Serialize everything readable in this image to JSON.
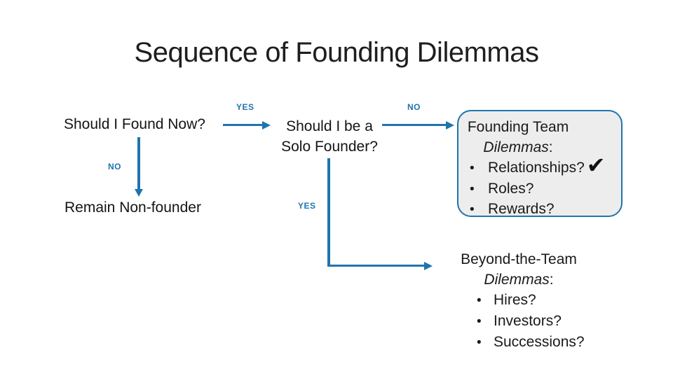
{
  "slide_title": "Sequence of Founding Dilemmas",
  "nodes": {
    "found_now": "Should I Found Now?",
    "solo_line1": "Should I be a",
    "solo_line2": "Solo Founder?",
    "remain_nonfounder": "Remain Non-founder"
  },
  "edges": [
    {
      "from": "Should I Found Now?",
      "to": "Should I be a Solo Founder?",
      "label": "YES"
    },
    {
      "from": "Should I Found Now?",
      "to": "Remain Non-founder",
      "label": "NO"
    },
    {
      "from": "Should I be a Solo Founder?",
      "to": "Founding Team Dilemmas",
      "label": "NO"
    },
    {
      "from": "Should I be a Solo Founder?",
      "to": "Beyond-the-Team Dilemmas",
      "label": "YES"
    }
  ],
  "founding_team_box": {
    "heading_line1": "Founding Team",
    "heading_italic": "Dilemmas",
    "heading_suffix": ":",
    "bullets": [
      "Relationships?",
      "Roles?",
      "Rewards?"
    ],
    "check_icon": "✔",
    "fill_color": "#EDEDED",
    "border_color": "#1F74AD"
  },
  "beyond_team": {
    "heading_line1": "Beyond-the-Team",
    "heading_italic": "Dilemmas",
    "heading_suffix": ":",
    "bullets": [
      "Hires?",
      "Investors?",
      "Successions?"
    ]
  },
  "bullet_char": "•",
  "colors": {
    "accent_blue": "#1F74AD",
    "text": "#1A1A1A",
    "background": "#FFFFFF"
  }
}
